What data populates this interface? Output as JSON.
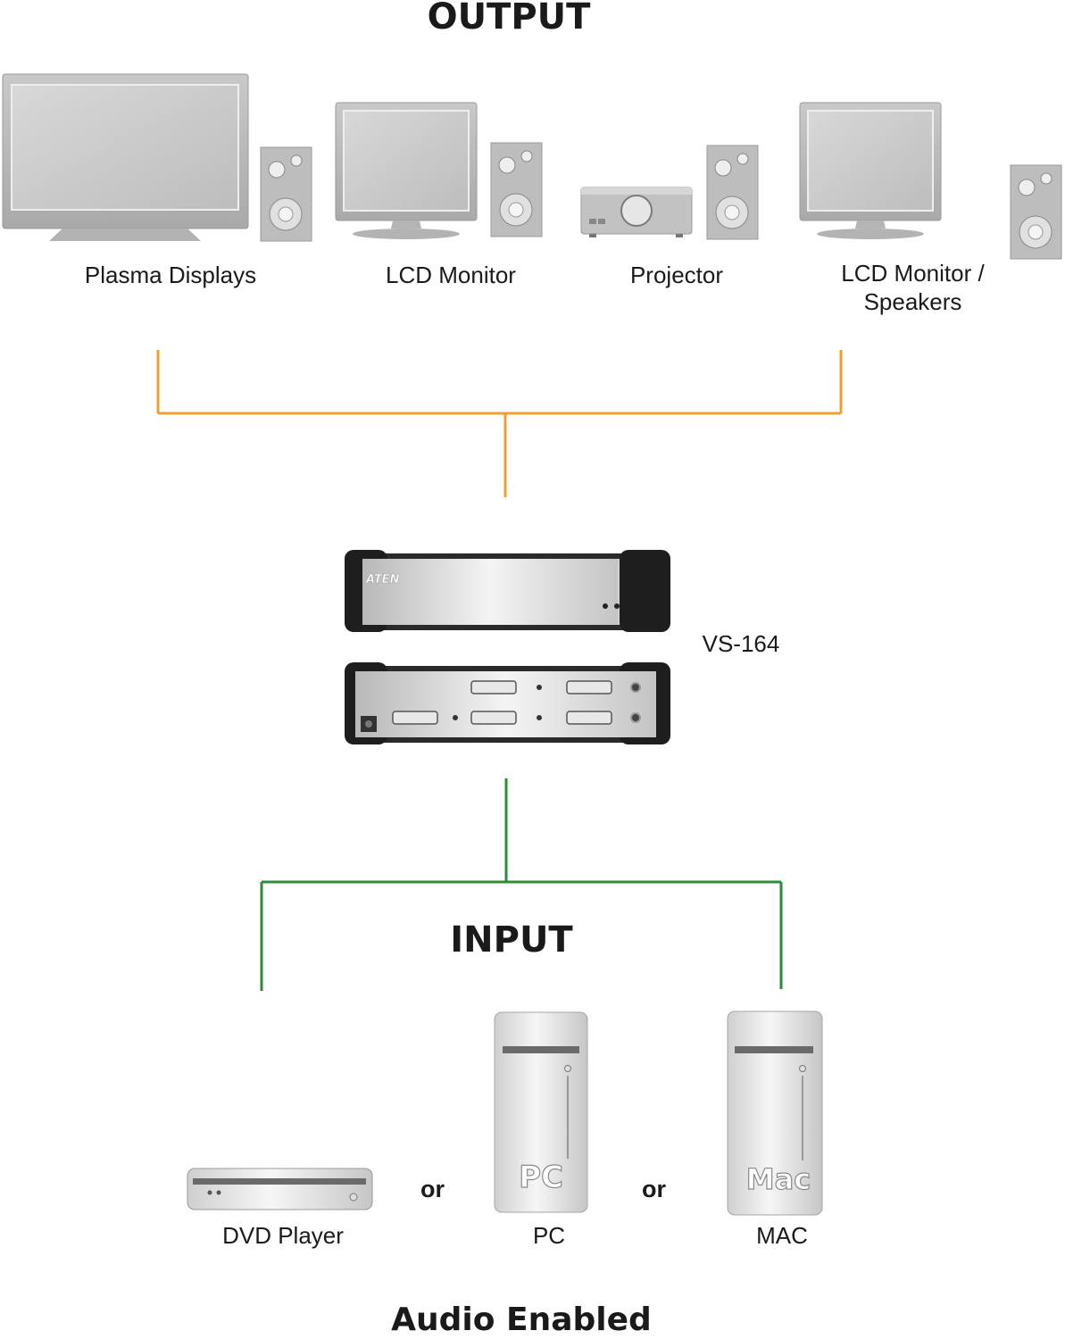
{
  "headings": {
    "output": "OUTPUT",
    "input": "INPUT",
    "footer": "Audio Enabled"
  },
  "outputs": [
    {
      "id": "plasma",
      "label": "Plasma Displays"
    },
    {
      "id": "lcd",
      "label": "LCD Monitor"
    },
    {
      "id": "projector",
      "label": "Projector"
    },
    {
      "id": "lcd-speakers",
      "label_line1": "LCD Monitor /",
      "label_line2": "Speakers"
    }
  ],
  "switch": {
    "model": "VS-164",
    "brand": "ATEN"
  },
  "inputs": [
    {
      "id": "dvd",
      "label": "DVD Player"
    },
    {
      "id": "pc",
      "label": "PC",
      "badge": "PC"
    },
    {
      "id": "mac",
      "label": "MAC",
      "badge": "Mac"
    }
  ],
  "connectors": [
    "or",
    "or"
  ],
  "colors": {
    "output_line": "#f0a030",
    "input_line": "#2e8b3a"
  }
}
